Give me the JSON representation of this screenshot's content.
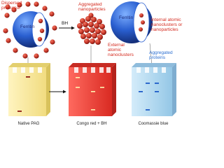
{
  "labels": {
    "dispersed_precursor": [
      "Dispersed",
      "precursor"
    ],
    "ferritin_left": "Ferritin",
    "bh": "BH",
    "aggregated_nanoparticles": [
      "Aggregated",
      "nanoparticles"
    ],
    "ferritin_right": "Ferritin",
    "internal_atomic": [
      "Internal atomic",
      "nanoclusters or",
      "nanoparticles"
    ],
    "external_atomic": [
      "External",
      "atomic",
      "nanoclusters"
    ],
    "aggregated_proteins": [
      "Aggregated",
      "proteins"
    ],
    "gel_native": "Native PAG",
    "gel_congo": "Congo red + BH",
    "gel_coomassie": "Coomassie blue"
  },
  "colors": {
    "label_red": "#d42a1e",
    "ferritin_blue": "#2a5fd0",
    "ferritin_text": "#1b2a78",
    "particle_red": "#c9362a",
    "gel_yellow": "#f7e79a",
    "gel_red": "#e8403a",
    "gel_blue": "#a9d4ec",
    "band_dark_red": "#8f1a14",
    "band_blue": "#1e5cc8",
    "aggregated_proteins_text": "#2c6fd1"
  },
  "icons": [
    "ferritin-sphere",
    "nanoparticle-cluster",
    "arrow-right-icon",
    "gel-slab"
  ]
}
